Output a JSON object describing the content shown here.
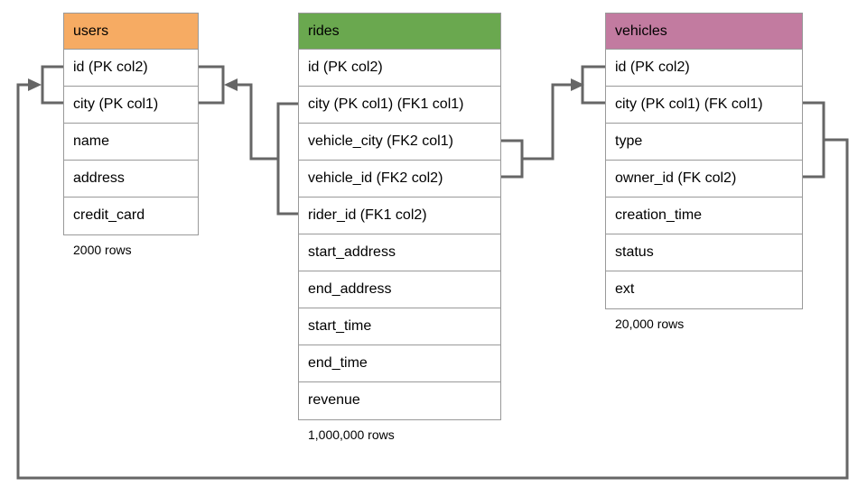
{
  "diagram": {
    "connector_color": "#666666",
    "tables": {
      "users": {
        "title": "users",
        "header_color": "#F6AB63",
        "rows": [
          "id (PK col2)",
          "city (PK col1)",
          "name",
          "address",
          "credit_card"
        ],
        "row_count": "2000 rows"
      },
      "rides": {
        "title": "rides",
        "header_color": "#6AA84F",
        "rows": [
          "id (PK col2)",
          "city (PK col1) (FK1 col1)",
          "vehicle_city (FK2 col1)",
          "vehicle_id (FK2 col2)",
          "rider_id (FK1 col2)",
          "start_address",
          "end_address",
          "start_time",
          "end_time",
          "revenue"
        ],
        "row_count": "1,000,000 rows"
      },
      "vehicles": {
        "title": "vehicles",
        "header_color": "#C27BA0",
        "rows": [
          "id (PK col2)",
          "city (PK col1) (FK col1)",
          "type",
          "owner_id (FK col2)",
          "creation_time",
          "status",
          "ext"
        ],
        "row_count": "20,000 rows"
      }
    },
    "relationships": [
      {
        "name": "FK1",
        "from": "rides (city, rider_id)",
        "to": "users (id, city)"
      },
      {
        "name": "FK2",
        "from": "rides (vehicle_city, vehicle_id)",
        "to": "vehicles (id, city)"
      },
      {
        "name": "FK",
        "from": "vehicles (city, owner_id)",
        "to": "users (id, city)"
      }
    ]
  }
}
